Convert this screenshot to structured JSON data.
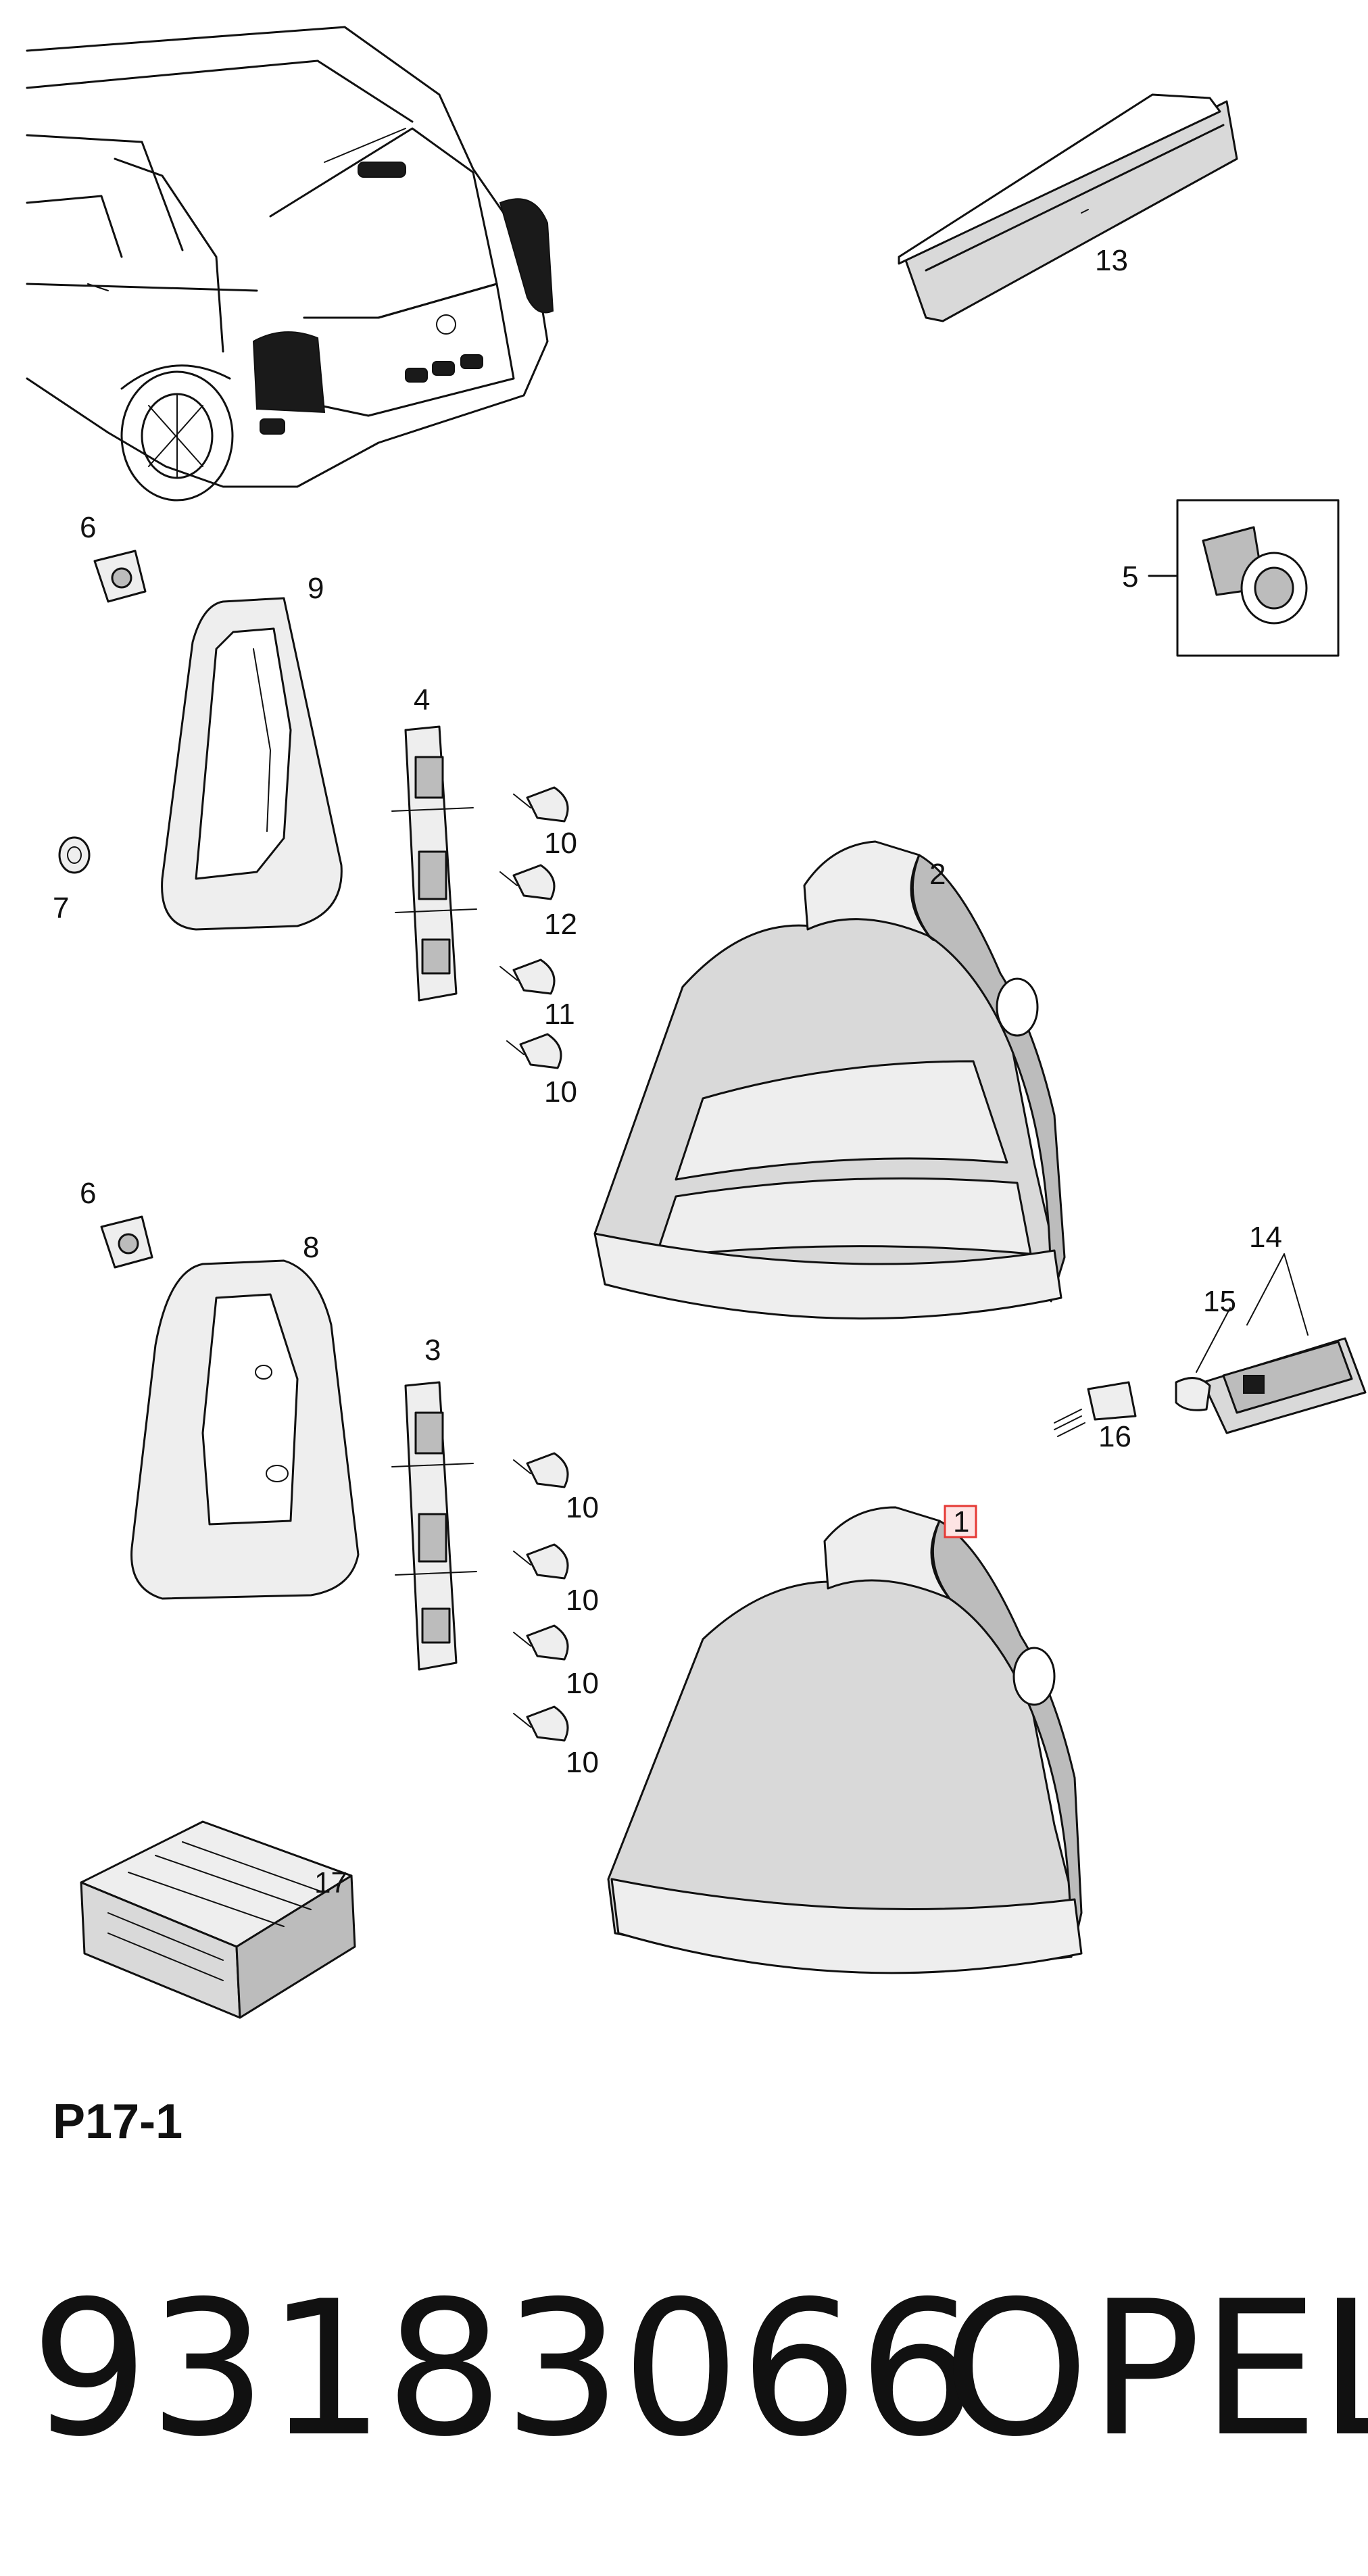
{
  "diagram": {
    "sheet_code": "P17-1",
    "part_number": "93183066",
    "brand": "OPEL",
    "highlighted_callout": "1",
    "highlight_color": "#e53935",
    "callouts": {
      "c1": "1",
      "c2": "2",
      "c3": "3",
      "c4": "4",
      "c5": "5",
      "c6a": "6",
      "c6b": "6",
      "c7": "7",
      "c8": "8",
      "c9": "9",
      "c10a": "10",
      "c10b": "10",
      "c10c": "10",
      "c10d": "10",
      "c10e": "10",
      "c10f": "10",
      "c11": "11",
      "c12": "12",
      "c13": "13",
      "c14": "14",
      "c15": "15",
      "c16": "16",
      "c17": "17"
    }
  }
}
